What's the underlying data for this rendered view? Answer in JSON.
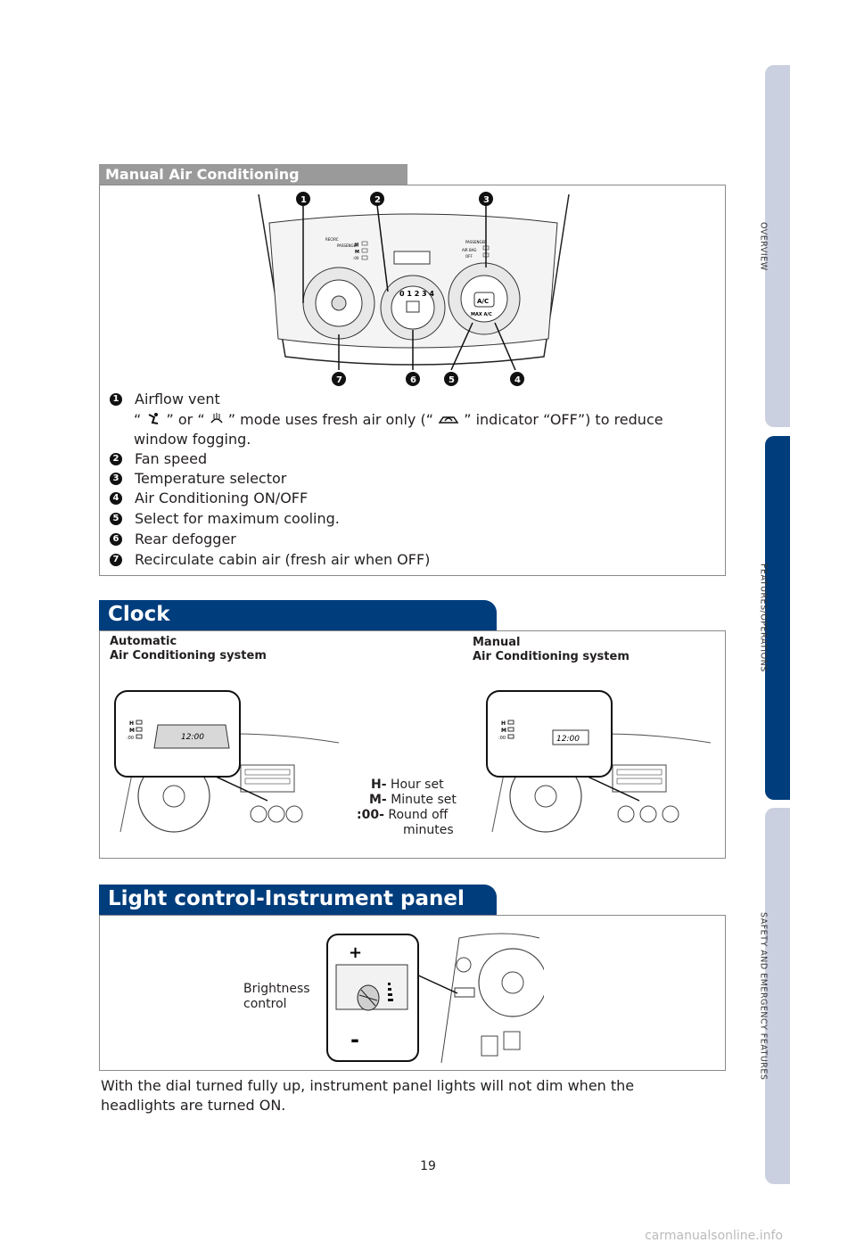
{
  "side_tabs": [
    {
      "label": "OVERVIEW",
      "color": "#cbd0e0"
    },
    {
      "label": "FEATURES/OPERATIONS",
      "color": "#003d7c"
    },
    {
      "label": "SAFETY AND EMERGENCY FEATURES",
      "color": "#cbd0e0"
    }
  ],
  "ac": {
    "title": "Manual Air Conditioning",
    "panel": {
      "passenger": "PASSENGER",
      "recirc": "RECIRC",
      "h": "H",
      "m": "M",
      "zero": ":00",
      "airbag": "AIR BAG",
      "off": "OFF",
      "ac_button": "A/C",
      "max_ac": "MAX A/C",
      "fan_scale": "0 1 2 3 4"
    },
    "callouts": [
      "1",
      "2",
      "3",
      "4",
      "5",
      "6",
      "7"
    ],
    "item1_label": "Airflow vent",
    "item1_detail_a": "“",
    "item1_detail_b": "” or “",
    "item1_detail_c": "” mode uses fresh air only (“",
    "item1_detail_d": "” indicator “OFF”) to reduce",
    "item1_detail_e": "window fogging.",
    "items": [
      {
        "n": "2",
        "label": "Fan speed"
      },
      {
        "n": "3",
        "label": "Temperature selector"
      },
      {
        "n": "4",
        "label": "Air Conditioning ON/OFF"
      },
      {
        "n": "5",
        "label": "Select for maximum cooling."
      },
      {
        "n": "6",
        "label": "Rear defogger"
      },
      {
        "n": "7",
        "label": "Recirculate cabin air (fresh air when OFF)"
      }
    ]
  },
  "clock": {
    "title": "Clock",
    "auto_label_1": "Automatic",
    "auto_label_2": "Air Conditioning system",
    "manual_label_1": "Manual",
    "manual_label_2": "Air Conditioning system",
    "time": "12:00",
    "h": "H",
    "m": "M",
    "zero": ":00",
    "keys": [
      {
        "key": "H-",
        "desc": "Hour set"
      },
      {
        "key": "M-",
        "desc": "Minute set"
      },
      {
        "key": ":00-",
        "desc": "Round off"
      }
    ],
    "key3_cont": "minutes"
  },
  "light": {
    "title": "Light control-Instrument panel",
    "brightness_1": "Brightness",
    "brightness_2": "control",
    "plus": "+",
    "minus": "-",
    "note": "With the dial turned fully up, instrument panel lights will not dim when the headlights are turned ON."
  },
  "page_number": "19",
  "watermark": "carmanualsonline.info"
}
